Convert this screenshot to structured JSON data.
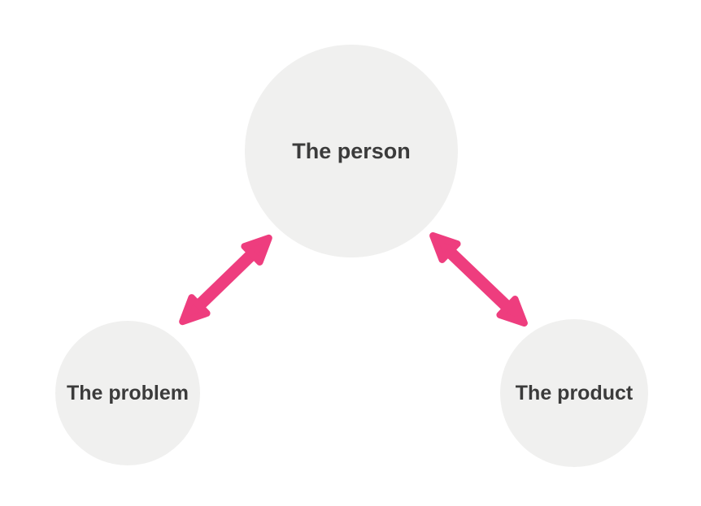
{
  "diagram": {
    "type": "relationship-diagram",
    "background_color": "#ffffff",
    "node_fill_color": "#f0f0ef",
    "label_color": "#3b3b3b",
    "arrow_color": "#ee3d7e",
    "nodes": [
      {
        "id": "person",
        "label": "The person",
        "shape": "circle",
        "position": "top-center"
      },
      {
        "id": "problem",
        "label": "The problem",
        "shape": "circle",
        "position": "bottom-left"
      },
      {
        "id": "product",
        "label": "The product",
        "shape": "circle",
        "position": "bottom-right"
      }
    ],
    "connectors": [
      {
        "from": "problem",
        "to": "person",
        "style": "double-headed-arrow"
      },
      {
        "from": "person",
        "to": "product",
        "style": "double-headed-arrow"
      }
    ]
  }
}
